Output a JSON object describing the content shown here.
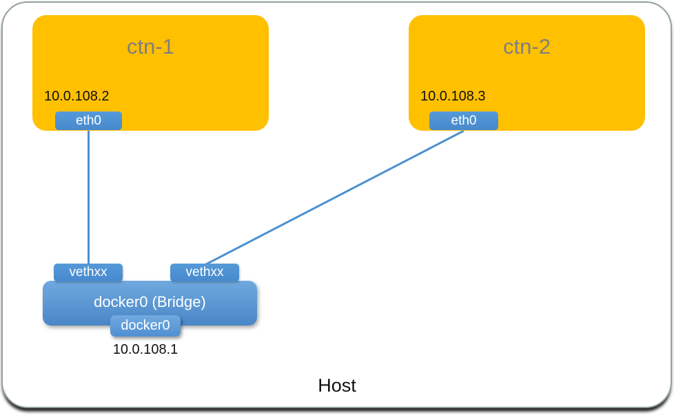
{
  "host": {
    "label": "Host"
  },
  "containers": [
    {
      "title": "ctn-1",
      "ip": "10.0.108.2",
      "eth_label": "eth0"
    },
    {
      "title": "ctn-2",
      "ip": "10.0.108.3",
      "eth_label": "eth0"
    }
  ],
  "bridge": {
    "title": "docker0 (Bridge)",
    "port_left": "vethxx",
    "port_right": "vethxx",
    "iface_label": "docker0",
    "ip": "10.0.108.1"
  },
  "colors": {
    "container_fill": "#ffc000",
    "container_title_text": "#7f7f7f",
    "badge_blue": "#4a90d2",
    "bridge_gradient_top": "#6fa9df",
    "bridge_gradient_bottom": "#4a87c7",
    "connector_blue": "#4a90d2",
    "host_border": "#94a1a1",
    "host_bottom_shadow": "#000000"
  }
}
